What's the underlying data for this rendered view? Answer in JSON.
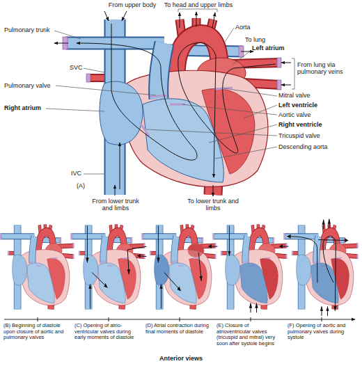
{
  "diagram": {
    "caption": "Anterior views",
    "labels": [
      "From upper body",
      "To head and upper limbs",
      "Aorta",
      "Pulmonary trunk",
      "To lung",
      "Left atrium",
      "SVC",
      "From lung via pulmonary veins",
      "Pulmonary valve",
      "Mitral valve",
      "Right atrium",
      "Left ventricle",
      "Aortic valve",
      "Right ventricle",
      "IVC",
      "Tricuspid valve",
      "Descending aorta",
      "(A)",
      "From lower trunk and limbs",
      "To lower trunk and limbs",
      "(B) Beginning of diastole upon closure of aortic and pulmonary valves",
      "(C) Opening of atrio- ventricular valves during early moments of diastole",
      "(D) Atrial contraction during final moments of diastole",
      "(E) Closure of atrioventricular valves (tricuspid and mitral) very soon after systole begins",
      "(F) Opening of aortic and pulmonary valves during systole"
    ]
  }
}
